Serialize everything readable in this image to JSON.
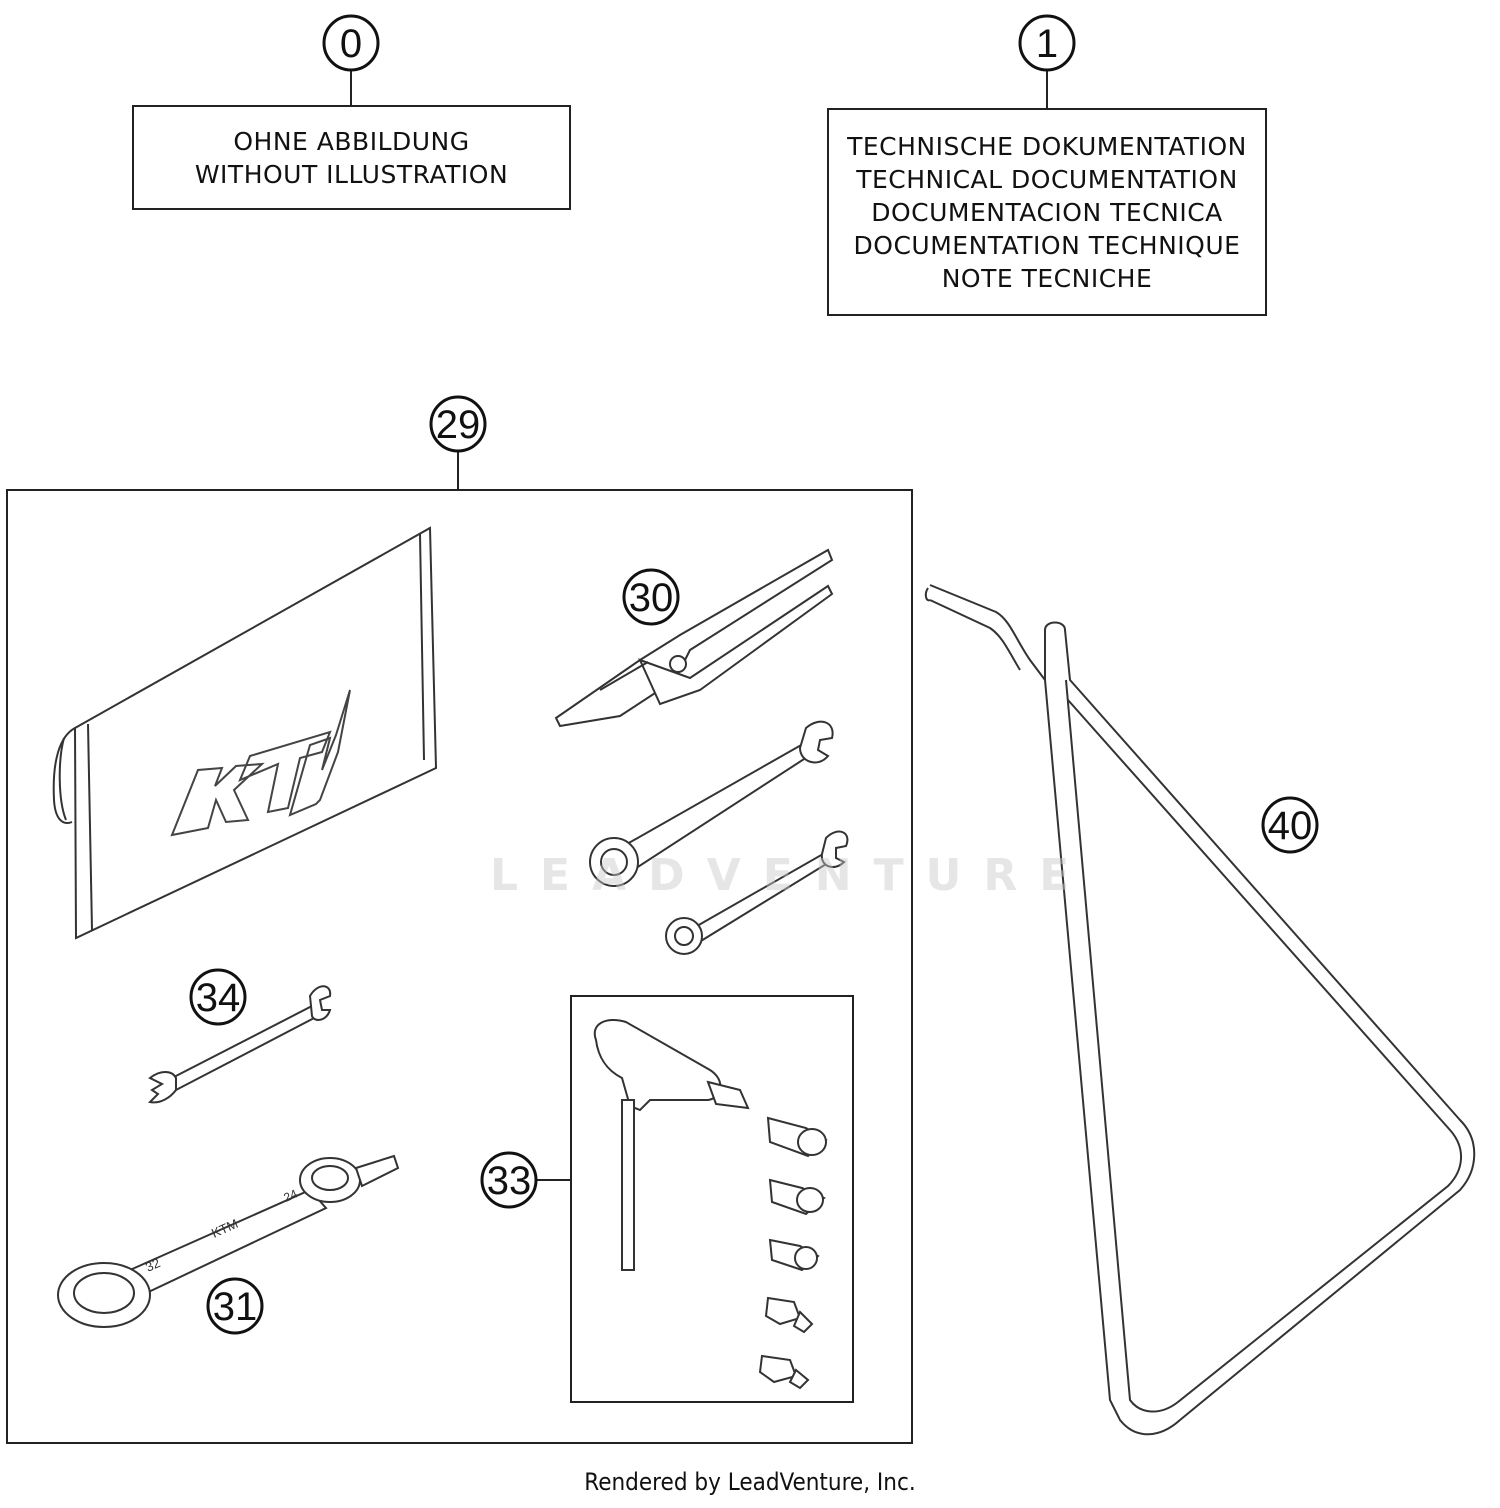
{
  "callouts": [
    {
      "id": "0",
      "label": "0"
    },
    {
      "id": "1",
      "label": "1"
    },
    {
      "id": "29",
      "label": "29"
    },
    {
      "id": "30",
      "label": "30"
    },
    {
      "id": "31",
      "label": "31"
    },
    {
      "id": "33",
      "label": "33"
    },
    {
      "id": "34",
      "label": "34"
    },
    {
      "id": "40",
      "label": "40"
    }
  ],
  "box_0": {
    "lines": [
      "OHNE ABBILDUNG",
      "WITHOUT ILLUSTRATION"
    ]
  },
  "box_1": {
    "lines": [
      "TECHNISCHE DOKUMENTATION",
      "TECHNICAL DOCUMENTATION",
      "DOCUMENTACION TECNICA",
      "DOCUMENTATION TECHNIQUE",
      "NOTE TECNICHE"
    ]
  },
  "tool_bag": {
    "logo_text": "KTM"
  },
  "wrench_31": {
    "size_marks": [
      "32",
      "24"
    ],
    "logo_text": "KTM"
  },
  "watermark": "LEADVENTURE",
  "footer": "Rendered by LeadVenture, Inc."
}
